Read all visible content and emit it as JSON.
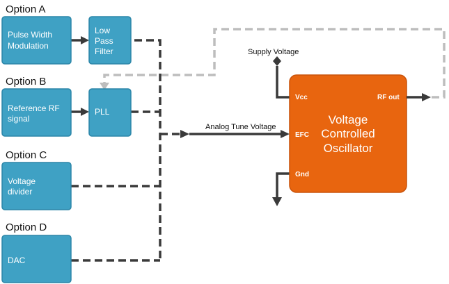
{
  "options": [
    {
      "label": "Option A"
    },
    {
      "label": "Option B"
    },
    {
      "label": "Option C"
    },
    {
      "label": "Option D"
    }
  ],
  "blocks": {
    "pwm": [
      "Pulse Width",
      "Modulation"
    ],
    "lpf": [
      "Low",
      "Pass",
      "Filter"
    ],
    "ref_rf": [
      "Reference RF",
      "signal"
    ],
    "pll": [
      "PLL"
    ],
    "vdiv": [
      "Voltage",
      "divider"
    ],
    "dac": [
      "DAC"
    ]
  },
  "vco": {
    "title": [
      "Voltage",
      "Controlled",
      "Oscillator"
    ],
    "pins": {
      "vcc": "Vcc",
      "efc": "EFC",
      "gnd": "Gnd",
      "rf_out": "RF out"
    }
  },
  "labels": {
    "supply_voltage": "Supply Voltage",
    "analog_tune_voltage": "Analog Tune Voltage"
  },
  "colors": {
    "block_fill": "#3fa1c4",
    "block_stroke": "#2b86a8",
    "vco_fill": "#e8650f",
    "vco_stroke": "#c9530a",
    "wire": "#3a3a3a",
    "feedback": "#bdbdbd"
  }
}
